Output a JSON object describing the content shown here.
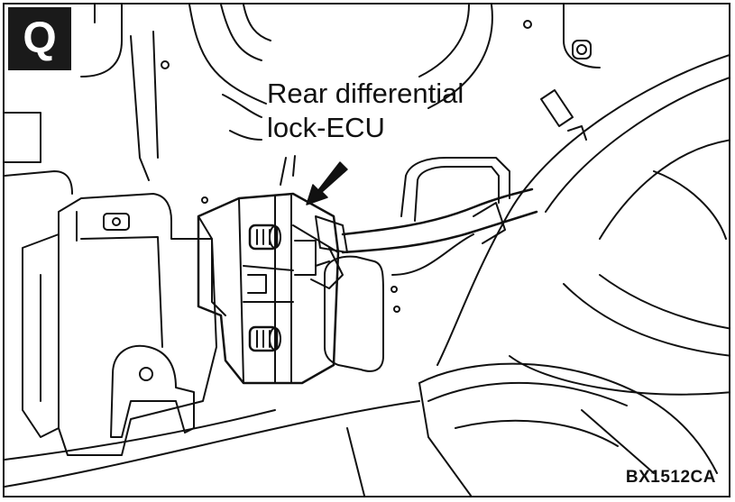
{
  "figure": {
    "badge_letter": "Q",
    "callout_line1": "Rear differential",
    "callout_line2": "lock-ECU",
    "figure_code": "BX1512CA"
  },
  "colors": {
    "line": "#111111",
    "background": "#ffffff",
    "badge_bg": "#1a1a1a"
  }
}
